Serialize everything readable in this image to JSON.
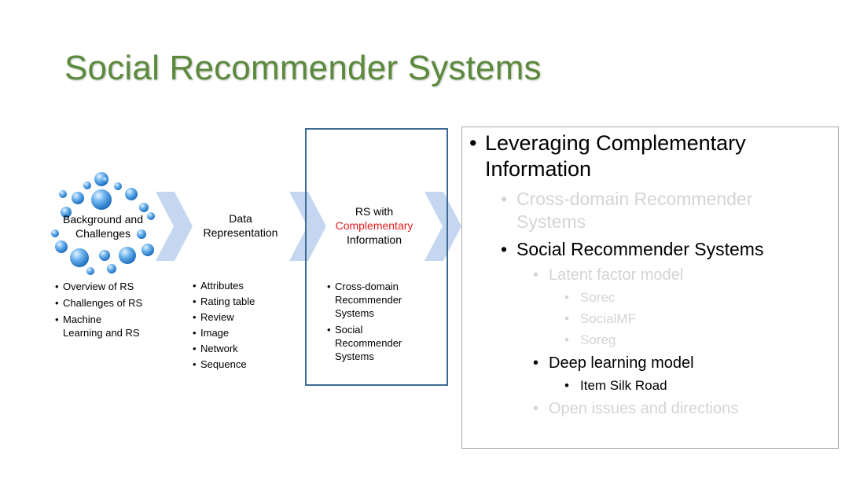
{
  "slide": {
    "title": "Social Recommender Systems"
  },
  "stages": [
    {
      "label_lines": [
        "Background and",
        "Challenges"
      ],
      "bullets": [
        "Overview of RS",
        "Challenges of RS",
        "Machine Learning and RS"
      ]
    },
    {
      "label_lines": [
        "Data",
        "Representation"
      ],
      "bullets": [
        "Attributes",
        "Rating table",
        "Review",
        "Image",
        "Network",
        "Sequence"
      ]
    },
    {
      "label_lines": [
        "RS with",
        "Complementary",
        "Information"
      ],
      "bullets": [
        "Cross-domain Recommender Systems",
        "Social Recommender Systems"
      ]
    }
  ],
  "outline": {
    "main": "Leveraging Complementary Information",
    "cross_domain": "Cross-domain Recommender Systems",
    "social": "Social Recommender Systems",
    "latent": "Latent factor model",
    "sorec": "Sorec",
    "socialmf": "SocialMF",
    "soreg": "Soreg",
    "deep": "Deep learning model",
    "item_silk_road": "Item Silk Road",
    "open_issues": "Open issues and directions"
  },
  "colors": {
    "title": "#5b8a3c",
    "highlight": "#e41b1b",
    "focus_border": "#3e6b94",
    "chevron": "#c5d7f0",
    "bubble": "#3b8fd8",
    "dimmed_text": "#d4d4d4"
  }
}
